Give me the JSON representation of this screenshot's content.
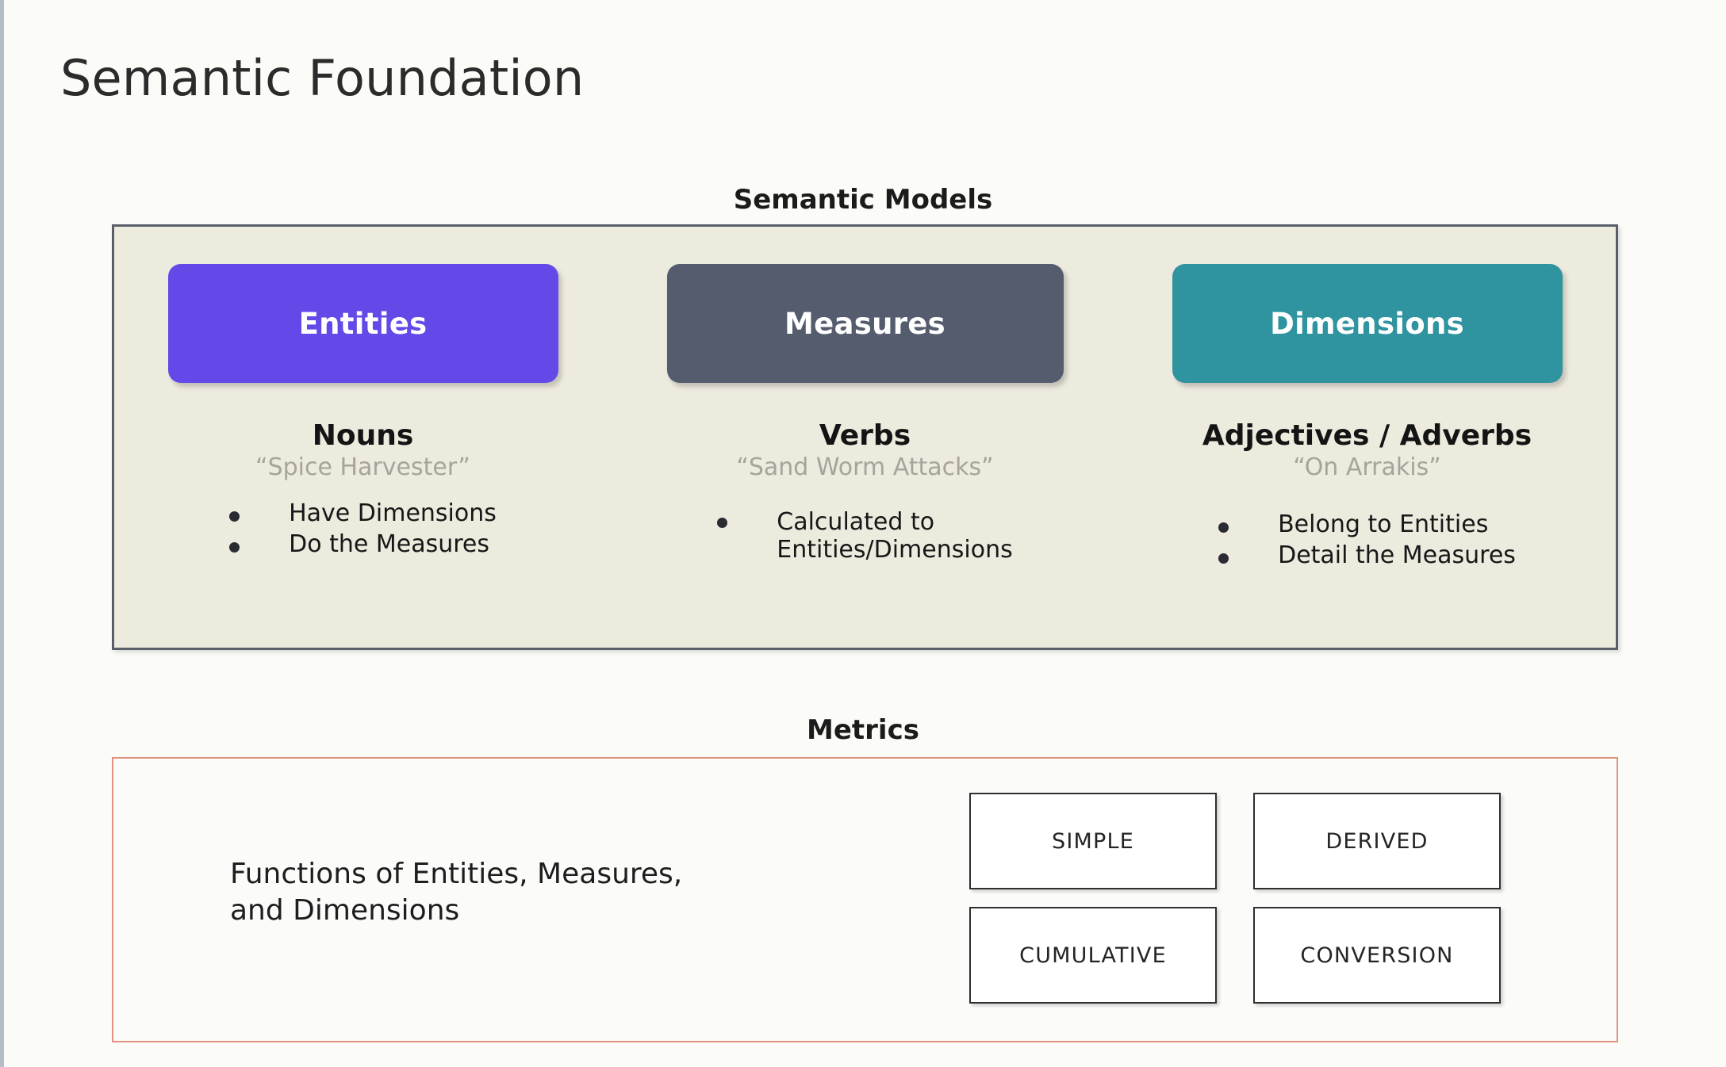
{
  "page": {
    "title": "Semantic Foundation",
    "background_color": "#fbfbf8"
  },
  "semantic_models": {
    "heading": "Semantic Models",
    "panel_bg": "#edeade",
    "panel_border": "#585f6b",
    "columns": [
      {
        "chip_label": "Entities",
        "chip_color": "#6449e8",
        "part_of_speech": "Nouns",
        "example": "“Spice Harvester”",
        "bullets": [
          "Have Dimensions",
          "Do the Measures"
        ]
      },
      {
        "chip_label": "Measures",
        "chip_color": "#545c6e",
        "part_of_speech": "Verbs",
        "example": "“Sand Worm Attacks”",
        "bullets": [
          "Calculated to\nEntities/Dimensions"
        ]
      },
      {
        "chip_label": "Dimensions",
        "chip_color": "#2f94a0",
        "part_of_speech": "Adjectives / Adverbs",
        "example": "“On Arrakis”",
        "bullets": [
          "Belong to Entities",
          "Detail the Measures"
        ]
      }
    ]
  },
  "metrics": {
    "heading": "Metrics",
    "panel_border": "#e0927c",
    "description": "Functions of Entities, Measures,\nand Dimensions",
    "types": [
      "SIMPLE",
      "DERIVED",
      "CUMULATIVE",
      "CONVERSION"
    ]
  }
}
